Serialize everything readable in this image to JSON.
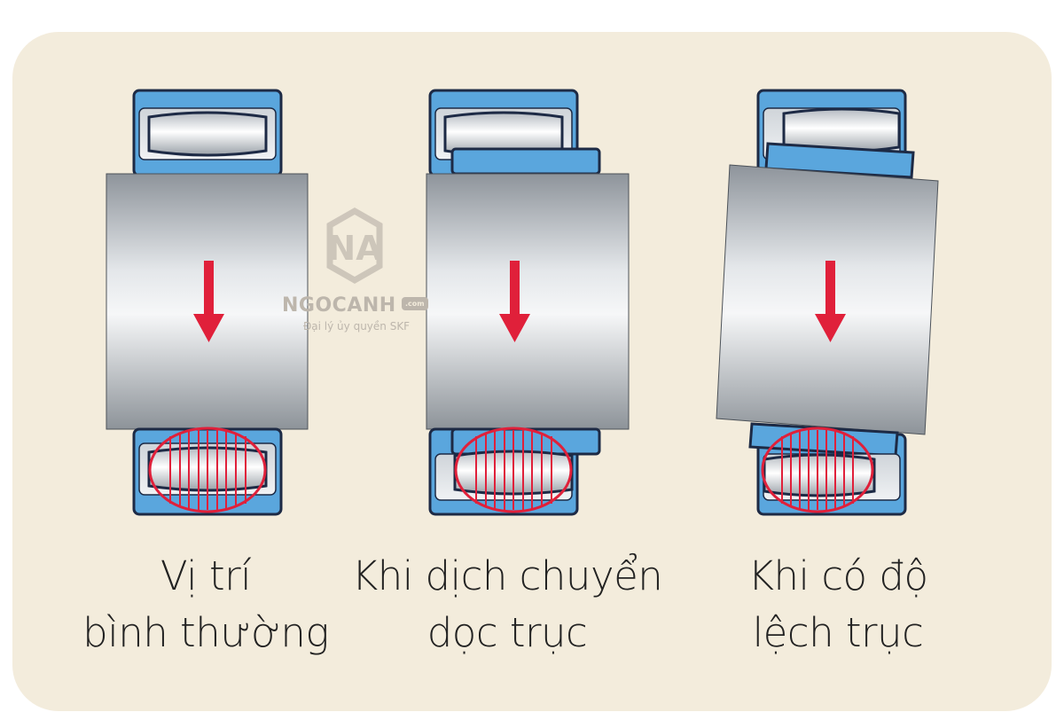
{
  "watermark": {
    "name": "NGOCANH",
    "tld": ".com",
    "tagline": "Đại lý ủy quyền SKF"
  },
  "panels": [
    {
      "id": "normal",
      "lines": [
        "Vị trí",
        "bình thường"
      ]
    },
    {
      "id": "axial",
      "lines": [
        "Khi dịch chuyển",
        "dọc trục"
      ]
    },
    {
      "id": "misaligned",
      "lines": [
        "Khi có độ",
        "lệch trục"
      ]
    }
  ],
  "colors": {
    "background": "#f3ecdc",
    "housing": "#5aa6dd",
    "outline": "#1d2a45",
    "load_arrow": "#e0203a",
    "load_zone": "#e0203a",
    "shaft": "#b9bec4"
  }
}
